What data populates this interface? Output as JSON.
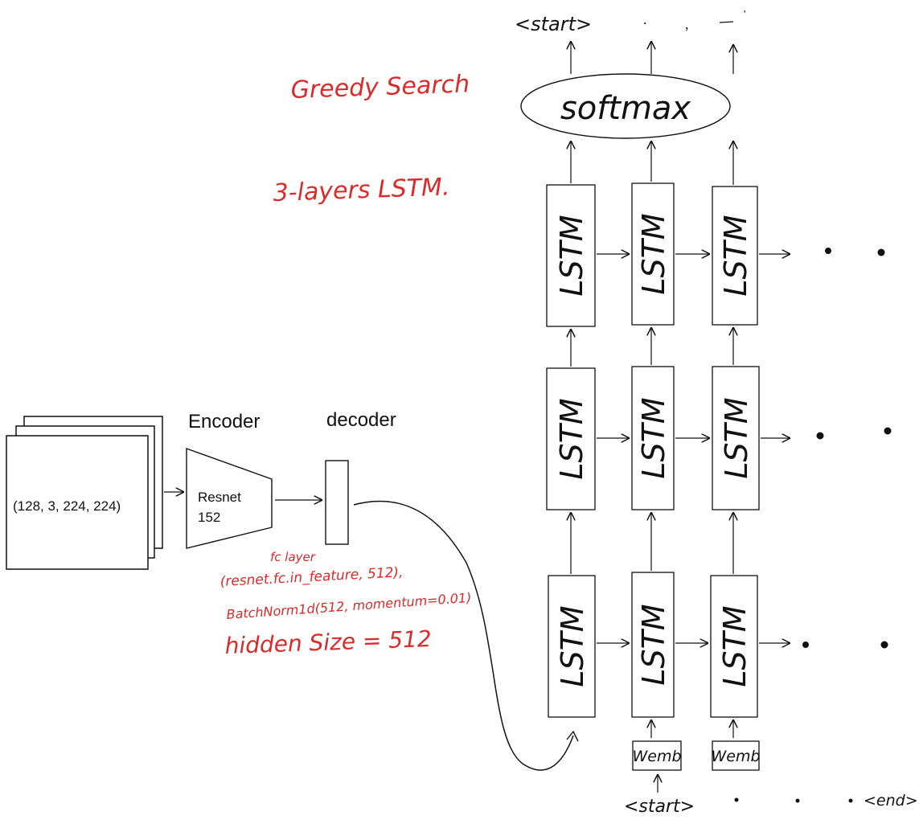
{
  "encoder": {
    "heading": "Encoder",
    "label_line1": "Resnet",
    "label_line2": "152"
  },
  "decoder": {
    "heading": "decoder"
  },
  "input": {
    "shape": "(128, 3, 224, 224)"
  },
  "annotations": {
    "search": "Greedy   Search",
    "layers": "3-layers LSTM.",
    "fc_line1": "fc layer",
    "fc_line2": "(resnet.fc.in_feature, 512),",
    "fc_line3": "BatchNorm1d(512, momentum=0.01)",
    "hidden": "hidden Size = 512"
  },
  "lstm": {
    "cell_label": "LSTM",
    "rows": 3,
    "cols": 3
  },
  "softmax": {
    "label": "softmax"
  },
  "tokens": {
    "output_start": "<start>",
    "input_start": "<start>",
    "input_end": "<end>",
    "wemb": "Wemb"
  },
  "colors": {
    "ink": "#111111",
    "annotation": "#d92b2b"
  }
}
